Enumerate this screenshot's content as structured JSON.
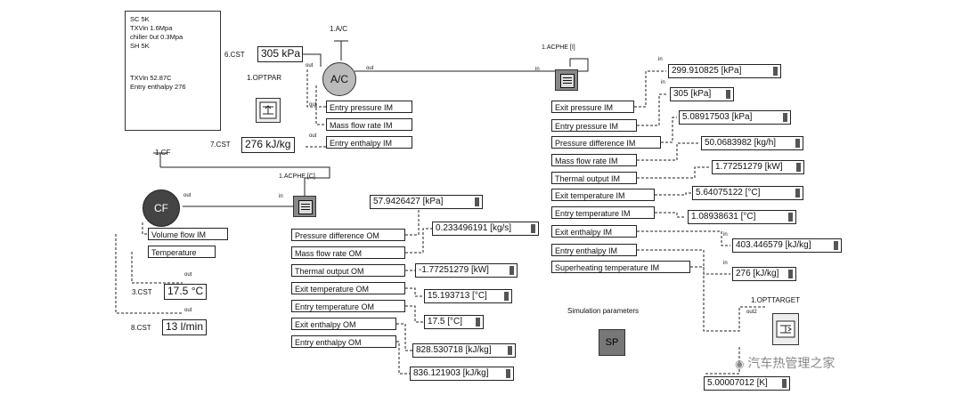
{
  "notes": {
    "lines_top": [
      "SC 5K",
      "TXVin 1.6Mpa",
      "chiller 0ut 0.3Mpa",
      "SH 5K"
    ],
    "lines_bottom": [
      "TXVin 52.87C",
      "Entry enthalpy 276"
    ]
  },
  "ac": {
    "id": "1.A/C",
    "label": "A/C"
  },
  "cf": {
    "id": "1.CF",
    "label": "CF"
  },
  "acphe_top": {
    "id": "1.ACPHE [I]"
  },
  "acphe_mid": {
    "id": "1.ACPHE [C]"
  },
  "optpar": {
    "id": "1.OPTPAR"
  },
  "opttarget": {
    "id": "1.OPTTARGET"
  },
  "sim": {
    "label": "Simulation parameters",
    "button": "SP"
  },
  "cst": [
    {
      "id": "6.CST",
      "value": "305 kPa"
    },
    {
      "id": "7.CST",
      "value": "276 kJ/kg"
    },
    {
      "id": "3.CST",
      "value": "17.5 °C"
    },
    {
      "id": "8.CST",
      "value": "13 l/min"
    }
  ],
  "ac_inputs": [
    "Entry pressure IM",
    "Mass flow rate IM",
    "Entry enthalpy IM"
  ],
  "cf_inputs": [
    "Volume flow IM",
    "Temperature"
  ],
  "om_list": [
    "Pressure difference OM",
    "Mass flow rate OM",
    "Thermal output OM",
    "Exit temperature OM",
    "Entry temperature OM",
    "Exit enthalpy OM",
    "Entry enthalpy OM"
  ],
  "om_values": [
    "57.9426427 [kPa]",
    "0.233496191 [kg/s]",
    "-1.77251279 [kW]",
    "15.193713 [°C]",
    "17.5 [°C]",
    "828.530718 [kJ/kg]",
    "836.121903 [kJ/kg]"
  ],
  "im_list": [
    "Exit pressure IM",
    "Entry pressure IM",
    "Pressure difference IM",
    "Mass flow rate IM",
    "Thermal output IM",
    "Exit temperature IM",
    "Entry temperature IM",
    "Exit enthalpy IM",
    "Entry enthalpy IM",
    "Superheating temperature IM"
  ],
  "im_values": [
    "299.910825 [kPa]",
    "305 [kPa]",
    "5.08917503 [kPa]",
    "50.0683982 [kg/h]",
    "1.77251279 [kW]",
    "5.64075122 [°C]",
    "1.08938631 [°C]",
    "403.446579 [kJ/kg]",
    "276 [kJ/kg]"
  ],
  "target_value": "5.00007012 [K]",
  "ports": {
    "in": "in",
    "out": "out",
    "out2": "out2"
  },
  "watermark": "汽车热管理之家"
}
